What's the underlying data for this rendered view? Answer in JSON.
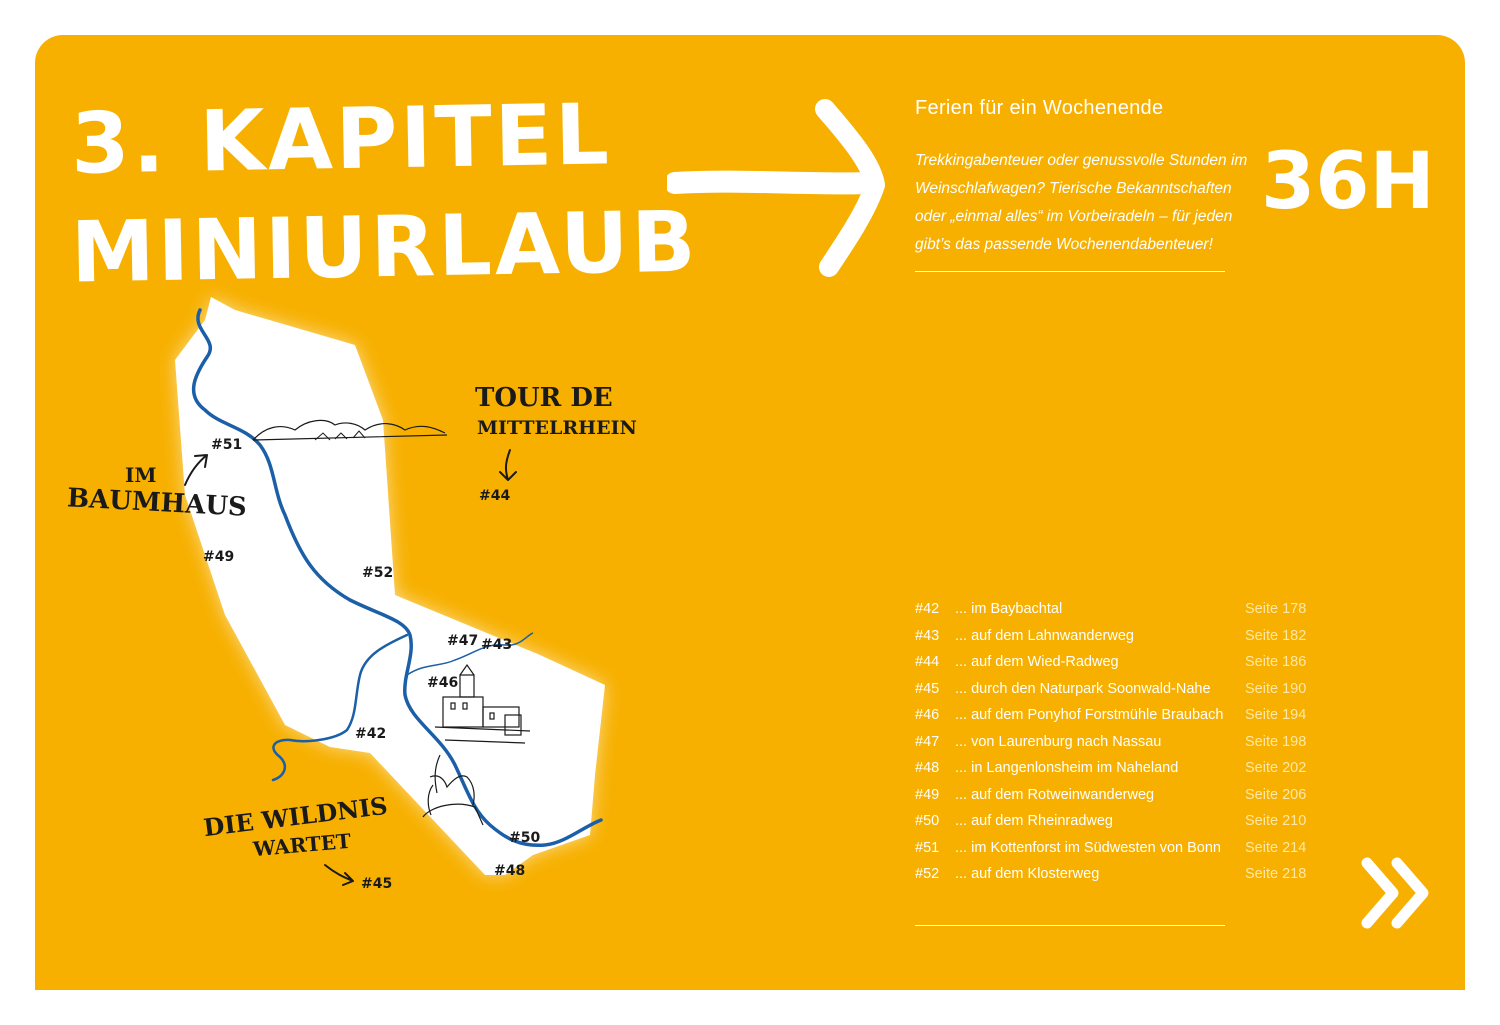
{
  "chapter": {
    "title_line1": "3. Kapitel",
    "title_line2": "Miniurlaub",
    "subtitle": "Ferien für ein Wochenende",
    "intro": "Trekkingabenteuer oder genussvolle Stunden im Weinschlafwagen? Tierische Bekanntschaften oder „einmal alles“ im Vorbeiradeln – für jeden gibt’s das passende Wochenendabenteuer!",
    "hours": "36H",
    "accent_color": "#F7B000",
    "river_color": "#1A5FA8"
  },
  "map": {
    "callouts": {
      "tour_line1": "Tour de",
      "tour_line2": "Mittelrhein",
      "baumhaus_line1": "im",
      "baumhaus_line2": "Baumhaus",
      "wildnis_line1": "Die Wildnis",
      "wildnis_line2": "wartet"
    },
    "pins": {
      "p42": "#42",
      "p43": "#43",
      "p44": "#44",
      "p45": "#45",
      "p46": "#46",
      "p47": "#47",
      "p48": "#48",
      "p49": "#49",
      "p50": "#50",
      "p51": "#51",
      "p52": "#52"
    }
  },
  "toc": [
    {
      "num": "#42",
      "text": "... im Baybachtal",
      "page": "Seite 178"
    },
    {
      "num": "#43",
      "text": "... auf dem Lahnwanderweg",
      "page": "Seite 182"
    },
    {
      "num": "#44",
      "text": "... auf dem Wied-Radweg",
      "page": "Seite 186"
    },
    {
      "num": "#45",
      "text": "... durch den Naturpark Soonwald-Nahe",
      "page": "Seite 190"
    },
    {
      "num": "#46",
      "text": "... auf dem Ponyhof Forstmühle Braubach",
      "page": "Seite 194"
    },
    {
      "num": "#47",
      "text": "... von Laurenburg nach Nassau",
      "page": "Seite 198"
    },
    {
      "num": "#48",
      "text": "... in Langenlonsheim im Naheland",
      "page": "Seite 202"
    },
    {
      "num": "#49",
      "text": "... auf dem Rotweinwanderweg",
      "page": "Seite 206"
    },
    {
      "num": "#50",
      "text": "... auf dem Rheinradweg",
      "page": "Seite 210"
    },
    {
      "num": "#51",
      "text": "... im Kottenforst im Südwesten von Bonn",
      "page": "Seite 214"
    },
    {
      "num": "#52",
      "text": "... auf dem Klosterweg",
      "page": "Seite 218"
    }
  ],
  "icons": {
    "big_arrow": "arrow-right-icon",
    "next_page": "double-chevron-right-icon"
  }
}
